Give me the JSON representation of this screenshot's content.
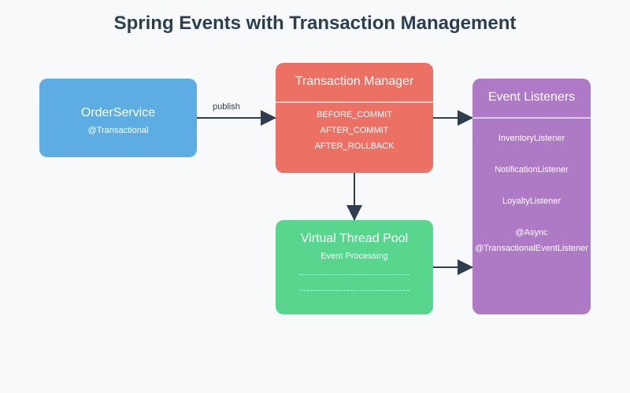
{
  "title": "Spring Events with Transaction Management",
  "edge_label": "publish",
  "order_service": {
    "name": "OrderService",
    "annotation": "@Transactional"
  },
  "transaction_manager": {
    "name": "Transaction Manager",
    "phases": [
      "BEFORE_COMMIT",
      "AFTER_COMMIT",
      "AFTER_ROLLBACK"
    ]
  },
  "virtual_thread_pool": {
    "name": "Virtual Thread Pool",
    "subtitle": "Event Processing"
  },
  "event_listeners": {
    "name": "Event Listeners",
    "listeners": [
      "InventoryListener",
      "NotificationListener",
      "LoyaltyListener"
    ],
    "annotations": [
      "@Async",
      "@TransactionalEventListener"
    ]
  },
  "colors": {
    "order_service": "#5dade2",
    "transaction_manager": "#ec7063",
    "virtual_thread_pool": "#58d68d",
    "event_listeners": "#af7ac5",
    "arrow": "#2c3e50"
  }
}
